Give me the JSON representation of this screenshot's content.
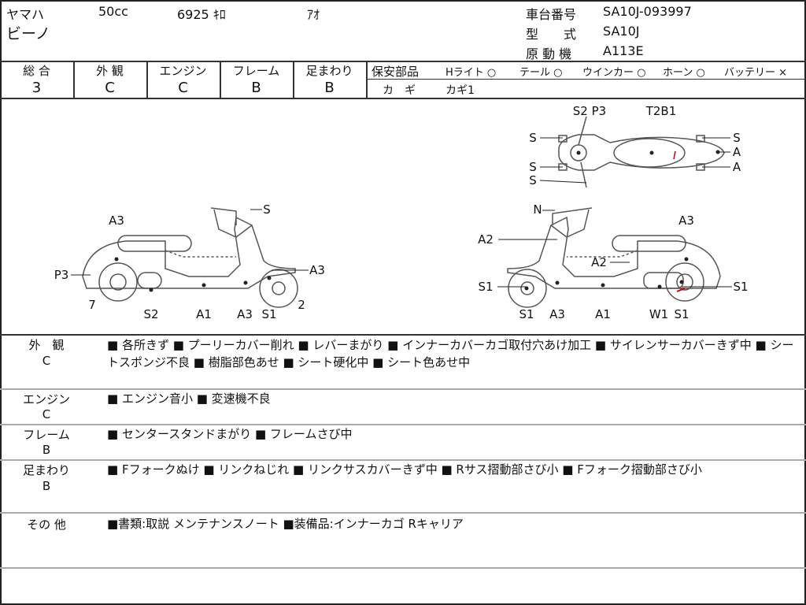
{
  "header": {
    "maker": "ヤマハ",
    "displacement": "50cc",
    "mileage": "6925 ｷﾛ",
    "color": "ｱｵ",
    "model_name": "ビーノ",
    "frame_no_label": "車台番号",
    "frame_no": "SA10J-093997",
    "type_label": "型　　式",
    "type": "SA10J",
    "engine_label": "原 動 機",
    "engine": "A113E"
  },
  "grades": [
    {
      "label": "総 合",
      "value": "3"
    },
    {
      "label": "外 観",
      "value": "C"
    },
    {
      "label": "エンジン",
      "value": "C"
    },
    {
      "label": "フレーム",
      "value": "B"
    },
    {
      "label": "足まわり",
      "value": "B"
    }
  ],
  "safety": {
    "label": "保安部品",
    "items": [
      "Hライト ○",
      "テール ○",
      "ウインカー ○",
      "ホーン ○",
      "バッテリー ×"
    ],
    "key_label": "カ　ギ",
    "key_value": "カギ1"
  },
  "diagram": {
    "labels": [
      "S",
      "A3",
      "P3",
      "A3",
      "7",
      "S2",
      "A1",
      "A3",
      "S1",
      "2",
      "N",
      "A3",
      "A2",
      "A2",
      "S1",
      "S1",
      "S1",
      "A3",
      "A1",
      "W1",
      "S1",
      "S2 P3",
      "T2B1",
      "S",
      "S",
      "A",
      "S",
      "A",
      "S"
    ]
  },
  "remarks": [
    {
      "h1": "外　観",
      "h2": "C",
      "text": "■ 各所きず ■ プーリーカバー削れ ■ レバーまがり ■ インナーカバーカゴ取付穴あけ加工 ■ サイレンサーカバーきず中 ■ シートスポンジ不良 ■ 樹脂部色あせ ■ シート硬化中 ■ シート色あせ中"
    },
    {
      "h1": "エンジン",
      "h2": "C",
      "text": "■ エンジン音小 ■ 変速機不良"
    },
    {
      "h1": "フレーム",
      "h2": "B",
      "text": "■ センタースタンドまがり ■ フレームさび中"
    },
    {
      "h1": "足まわり",
      "h2": "B",
      "text": "■ Fフォークぬけ ■ リンクねじれ ■ リンクサスカバーきず中 ■ Rサス摺動部さび小 ■ Fフォーク摺動部さび小"
    },
    {
      "h1": "その 他",
      "h2": "",
      "text": "■書類:取説 メンテナンスノート ■装備品:インナーカゴ Rキャリア"
    }
  ]
}
